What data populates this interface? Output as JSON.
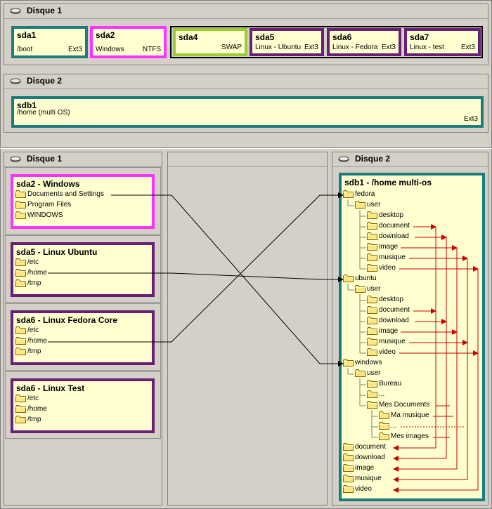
{
  "top": {
    "disk1": {
      "title": "Disque 1",
      "partitions": [
        {
          "name": "sda1",
          "label": "/boot",
          "fs": "Ext3"
        },
        {
          "name": "sda2",
          "label": "Windows",
          "fs": "NTFS"
        },
        {
          "name": "sda4",
          "label": "",
          "fs": "SWAP"
        },
        {
          "name": "sda5",
          "label": "Linux - Ubuntu",
          "fs": "Ext3"
        },
        {
          "name": "sda6",
          "label": "Linux - Fedora",
          "fs": "Ext3"
        },
        {
          "name": "sda7",
          "label": "Linux - test",
          "fs": "Ext3"
        }
      ]
    },
    "disk2": {
      "title": "Disque 2",
      "partition": {
        "name": "sdb1",
        "label": "/home (multi OS)",
        "fs": "Ext3"
      }
    }
  },
  "bottom": {
    "disk1_title": "Disque 1",
    "disk2_title": "Disque 2",
    "left_boxes": [
      {
        "title": "sda2 - Windows",
        "folders": [
          "Documents and Settings",
          "Program Files",
          "WINDOWS"
        ]
      },
      {
        "title": "sda5 - Linux Ubuntu",
        "folders": [
          "/etc",
          "/home",
          "/tmp"
        ]
      },
      {
        "title": "sda6 - Linux Fedora Core",
        "folders": [
          "/etc",
          "/home",
          "/tmp"
        ]
      },
      {
        "title": "sda6 - Linux Test",
        "folders": [
          "/etc",
          "/home",
          "/tmp"
        ]
      }
    ],
    "tree": {
      "title": "sdb1 - /home multi-os",
      "items": [
        "fedora",
        "user",
        "desktop",
        "document",
        "download",
        "image",
        "musique",
        "video",
        "ubuntu",
        "user",
        "desktop",
        "document",
        "download",
        "image",
        "musique",
        "video",
        "windows",
        "user",
        "Bureau",
        "...",
        "Mes Documents",
        "Ma musique",
        "...",
        "Mes images",
        "document",
        "download",
        "image",
        "musique",
        "video"
      ]
    }
  },
  "colors": {
    "background": "#d4d0c8",
    "partition_fill": "#ffffd0",
    "teal": "#1e7b7b",
    "magenta": "#ff33ff",
    "purple": "#6a1e74",
    "lime": "#9ccc33",
    "arrow_black": "#000000",
    "arrow_red": "#cc0000"
  }
}
